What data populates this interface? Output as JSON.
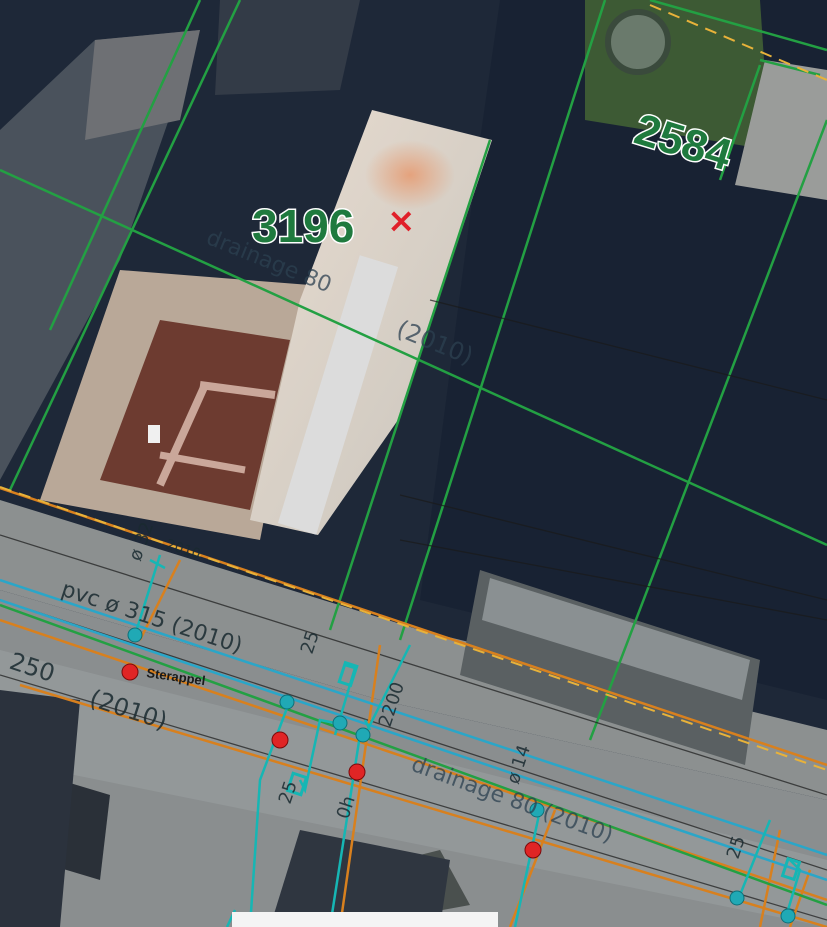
{
  "parcels": [
    {
      "id": "parcel-3196",
      "label": "3196"
    },
    {
      "id": "parcel-2584",
      "label": "2584"
    }
  ],
  "marker": {
    "symbol": "×",
    "color": "#e0202a"
  },
  "pipe_labels": {
    "drainage_80_top": "drainage 80",
    "year_top": "(2010)",
    "pvc_315": "pvc  ø 315 (2010)",
    "d32": "ø 32",
    "y2010_small": "2010",
    "n250": "250",
    "y2010_left": "(2010)",
    "n25": "25",
    "n2200": "2200",
    "d14": "ø 14",
    "drainage_80_bottom": "drainage 80 (2010)",
    "n25b": "25",
    "n0h": "0h",
    "n25c": "25"
  },
  "stop_valve_label": "Sterappel",
  "colors": {
    "parcel_line": "#23a043",
    "water_main": "#2aa6c8",
    "water_service": "#16b6b4",
    "sewer": "#d8801e",
    "valve": "#e02525",
    "node": "#20a9b5"
  }
}
